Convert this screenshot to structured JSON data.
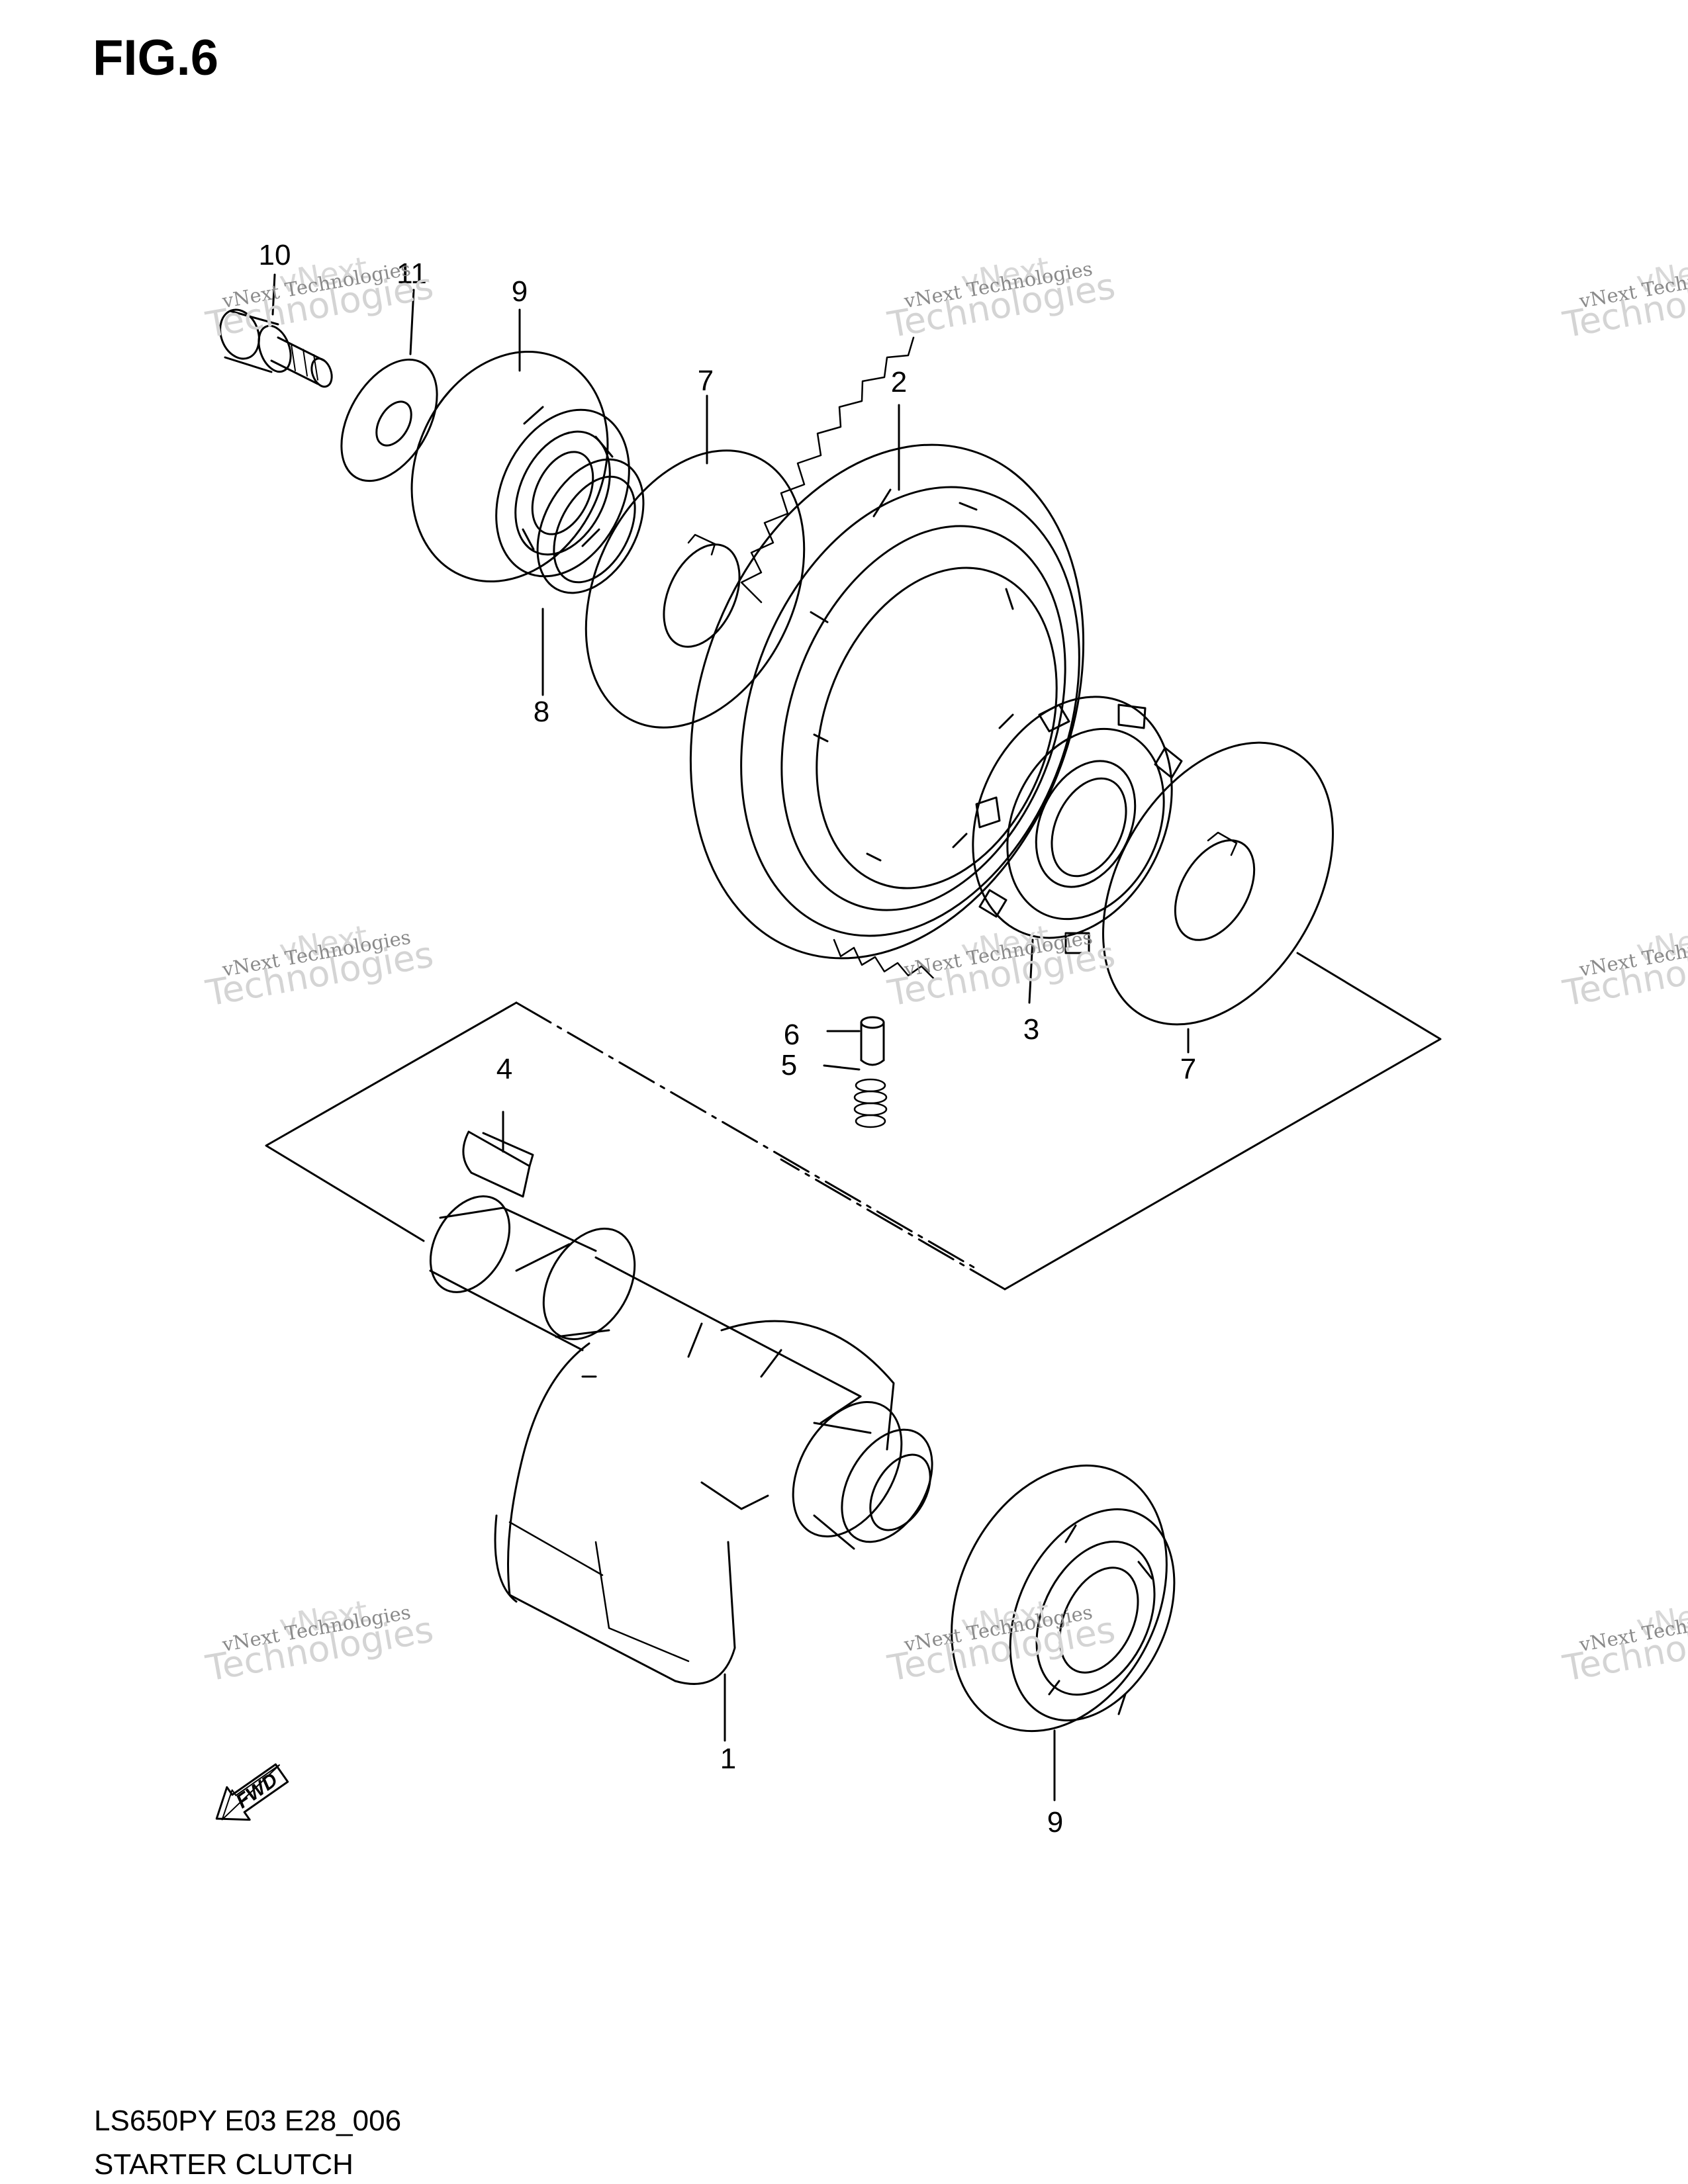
{
  "figure": {
    "title": "FIG.6",
    "model_code": "LS650PY E03 E28_006",
    "section_title": "STARTER CLUTCH"
  },
  "callouts": {
    "c1": "1",
    "c2": "2",
    "c3": "3",
    "c4": "4",
    "c5": "5",
    "c6": "6",
    "c7a": "7",
    "c7b": "7",
    "c8": "8",
    "c9a": "9",
    "c9b": "9",
    "c10": "10",
    "c11": "11"
  },
  "fwd_label": "FWD",
  "watermark": {
    "line1": "vNext",
    "line2": "vNext Technologies",
    "line3": "Technologies"
  }
}
